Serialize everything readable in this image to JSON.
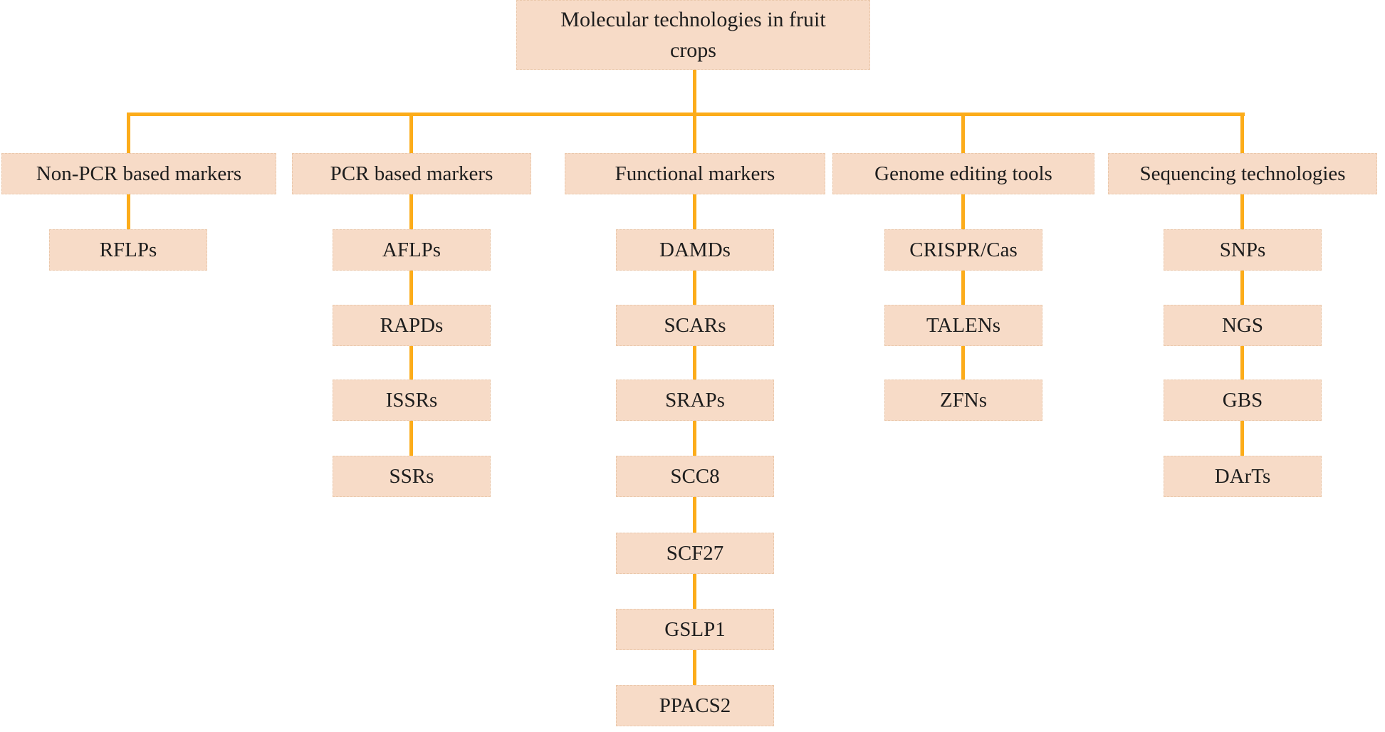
{
  "diagram": {
    "root_label": "Molecular technologies in fruit crops",
    "columns": [
      {
        "header": "Non-PCR based markers",
        "children": [
          "RFLPs"
        ]
      },
      {
        "header": "PCR based markers",
        "children": [
          "AFLPs",
          "RAPDs",
          "ISSRs",
          "SSRs"
        ]
      },
      {
        "header": "Functional markers",
        "children": [
          "DAMDs",
          "SCARs",
          "SRAPs",
          "SCC8",
          "SCF27",
          "GSLP1",
          "PPACS2"
        ]
      },
      {
        "header": "Genome editing tools",
        "children": [
          "CRISPR/Cas",
          "TALENs",
          "ZFNs"
        ]
      },
      {
        "header": "Sequencing technologies",
        "children": [
          "SNPs",
          "NGS",
          "GBS",
          "DArTs"
        ]
      }
    ],
    "colors": {
      "box_fill": "#f7dbc7",
      "box_border": "#eac8ab",
      "connector": "#fcac1a",
      "text": "#1d1d1d",
      "background": "#ffffff"
    }
  }
}
